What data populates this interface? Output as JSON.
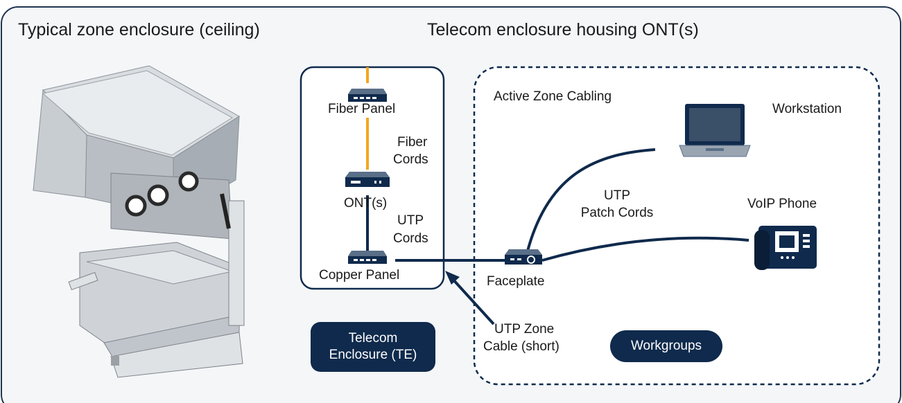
{
  "titles": {
    "left": "Typical zone enclosure (ceiling)",
    "right": "Telecom enclosure housing ONT(s)"
  },
  "te_box": {
    "fiber_panel": "Fiber Panel",
    "fiber_cords": [
      "Fiber",
      "Cords"
    ],
    "ont": "ONT(s)",
    "utp_cords": [
      "UTP",
      "Cords"
    ],
    "copper_panel": "Copper Panel"
  },
  "zone": {
    "title": "Active Zone Cabling",
    "workstation": "Workstation",
    "utp_patch_cords": [
      "UTP",
      "Patch Cords"
    ],
    "voip_phone": "VoIP Phone",
    "faceplate": "Faceplate",
    "utp_zone_cable": [
      "UTP Zone",
      "Cable (short)"
    ]
  },
  "buttons": {
    "telecom_enclosure": [
      "Telecom",
      "Enclosure (TE)"
    ],
    "workgroups": "Workgroups"
  },
  "colors": {
    "navy": "#0f2a4c",
    "fiber": "#f5a623",
    "frame_border": "#1f3550",
    "frame_fill": "#f4f6f8"
  },
  "icons": [
    "fiber-panel-icon",
    "ont-icon",
    "copper-panel-icon",
    "faceplate-icon",
    "laptop-icon",
    "voip-phone-icon",
    "enclosure-photo",
    "arrow-icon"
  ]
}
